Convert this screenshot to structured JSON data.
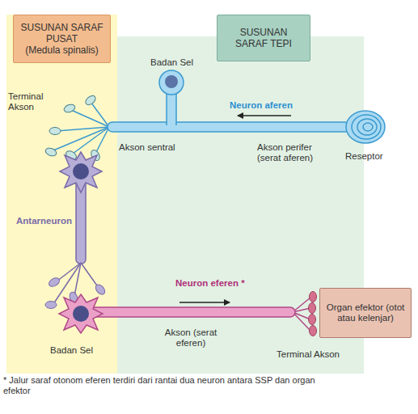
{
  "diagram": {
    "caption": "* Jalur saraf otonom eferen terdiri dari rantai dua neuron antara SSP dan organ efektor",
    "nodes": [
      {
        "text": [
          "SUSUNAN SARAF PUSAT",
          "(Medula spinalis)"
        ]
      },
      {
        "text": [
          "SUSUNAN SARAF TEPI"
        ]
      },
      {
        "text": [
          "Organ efektor (otot atau kelenjar)"
        ]
      }
    ],
    "labels": [
      "Badan Sel",
      "Terminal Akson",
      "Neuron aferen",
      "Akson sentral",
      "Akson perifer (serat aferen)",
      "Reseptor",
      "Antarneuron",
      "Neuron eferen *",
      "Akson (serat eferen)",
      "Badan Sel",
      "Terminal Akson"
    ]
  }
}
